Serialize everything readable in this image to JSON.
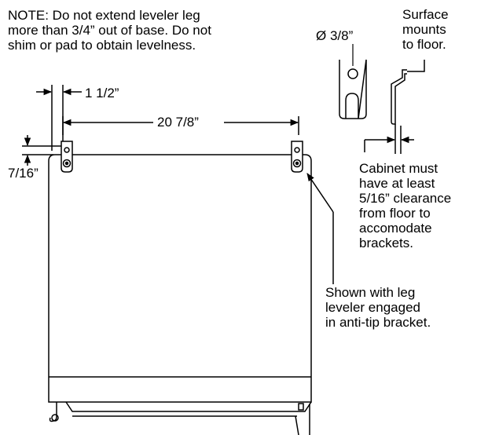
{
  "note": {
    "lines": [
      "NOTE: Do not extend leveler leg",
      "more than 3/4” out of base. Do not",
      "shim or pad to obtain levelness."
    ]
  },
  "bracket_detail": {
    "hole_diameter": "Ø 3/8”",
    "surface_note_lines": [
      "Surface",
      "mounts",
      "to floor."
    ]
  },
  "dimensions": {
    "offset": "1 1/2”",
    "span": "20 7/8”",
    "height": "7/16”"
  },
  "clearance_note": {
    "lines": [
      "Cabinet must",
      "have at least",
      "5/16” clearance",
      "from floor to",
      "accomodate",
      "brackets."
    ]
  },
  "shown_note": {
    "lines": [
      "Shown with leg",
      "leveler engaged",
      "in anti-tip bracket."
    ]
  }
}
